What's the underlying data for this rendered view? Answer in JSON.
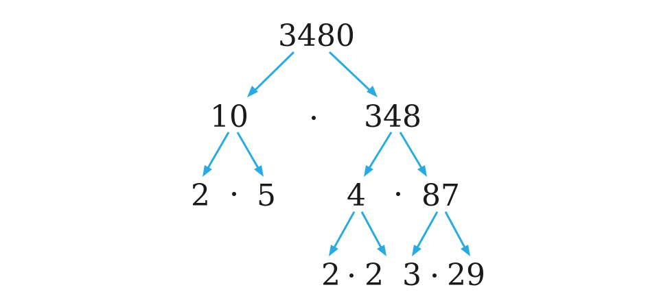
{
  "tree": {
    "root": "3480",
    "level1": {
      "left": "10",
      "right": "348"
    },
    "level2": {
      "a": "2",
      "b": "5",
      "c": "4",
      "d": "87"
    },
    "level3": {
      "a": "2",
      "b": "2",
      "c": "3",
      "d": "29"
    }
  },
  "colors": {
    "arrow": "#29abe2",
    "text": "#1a1a1a"
  }
}
